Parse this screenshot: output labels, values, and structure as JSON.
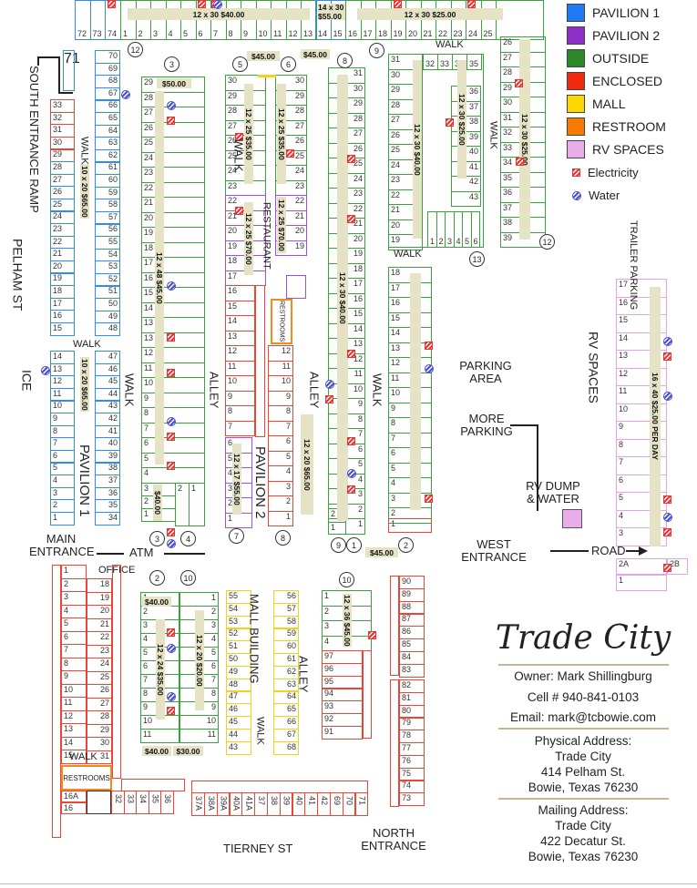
{
  "legend": {
    "items": [
      {
        "label": "PAVILION 1",
        "color": "#1e7bf5"
      },
      {
        "label": "PAVILION 2",
        "color": "#8e2fc9"
      },
      {
        "label": "OUTSIDE",
        "color": "#2a8a2a"
      },
      {
        "label": "ENCLOSED",
        "color": "#f22a10"
      },
      {
        "label": "MALL",
        "color": "#ffd700"
      },
      {
        "label": "RESTROOM",
        "color": "#f57c00"
      },
      {
        "label": "RV SPACES",
        "color": "#e9aee9"
      }
    ],
    "electricity": "Electricity",
    "water": "Water"
  },
  "labels": {
    "south_entrance_ramp": "SOUTH ENTRANCE RAMP",
    "pelham_st": "PELHAM ST",
    "ice": "ICE",
    "walk": "WALK",
    "alley": "ALLEY",
    "pavilion1": "PAVILION 1",
    "pavilion2": "PAVILION 2",
    "restaurant": "RESTAURANT",
    "restrooms": "RESTROOMS",
    "main_entrance": "MAIN ENTRANCE",
    "atm": "ATM",
    "office": "OFFICE",
    "mall_building": "MALL BUILDING",
    "tierney_st": "TIERNEY ST",
    "north_entrance": "NORTH ENTRANCE",
    "west_entrance": "WEST ENTRANCE",
    "parking_area": "PARKING AREA",
    "more_parking": "MORE PARKING",
    "rv_dump": "RV DUMP & WATER",
    "road": "ROAD",
    "rv_spaces": "RV SPACES",
    "trailer_parking": "TRAILER PARKING"
  },
  "prices": {
    "top_outside": "12 x 30  $40.00",
    "top_14_15": "14 x 30 $55.00",
    "top_16_25": "12 x 30  $25.00",
    "pav1": "10 x 20  $65.00",
    "row3_top": "$50.00",
    "row3": "12 x 48  $45.00",
    "row3_bottom": "$40.00",
    "row5_green": "12 x 25  $35.00",
    "row5_purple": "12 x 25  $70.00",
    "row5_small": "12 x 17  $55.00",
    "row6_green": "12 x 25  $35.00",
    "row6_purple": "12 x 25  $70.00",
    "row6_enclosed": "12 x 20  $65.00",
    "row78_top": "$45.00",
    "row78": "12 x 30  $40.00",
    "row78_bottom": "$45.00",
    "row56_top": "$45.00",
    "row9": "12 x 30  $40.00",
    "row9_inner": "12 x 30  $40.00",
    "row9_right": "12 x 30  $25.00",
    "row12": "12 x 30  $25.00",
    "row1": "12 x 24  $35.00",
    "row2": "12 x 20  $20.00",
    "row12_top": "$40.00",
    "row1_bottom": "$40.00",
    "row2_bottom": "$30.00",
    "row10": "12 x 36  $45.00",
    "rv": "16 x 40  $25.00 PER DAY"
  },
  "circles": [
    "12",
    "3",
    "5",
    "6",
    "8",
    "9",
    "13",
    "12",
    "3",
    "4",
    "5",
    "6",
    "7",
    "8",
    "9",
    "1",
    "2",
    "10"
  ],
  "stalls": {
    "top_left_blue": [
      "72",
      "73",
      "74"
    ],
    "top_green": [
      "1",
      "2",
      "3",
      "4",
      "5",
      "6",
      "7",
      "8",
      "9",
      "10",
      "11",
      "12",
      "13"
    ],
    "top_blue_mid": [
      "14",
      "15"
    ],
    "top_green_right": [
      "16",
      "17",
      "18",
      "19",
      "20",
      "21",
      "22",
      "23",
      "24",
      "25"
    ],
    "pav1_left_upper": [
      "71"
    ],
    "pav1_left_red": [
      "33",
      "32",
      "31",
      "30",
      "29"
    ],
    "pav1_left": [
      "28",
      "27",
      "26",
      "25",
      "24",
      "23",
      "22",
      "21",
      "20",
      "19",
      "18",
      "17",
      "16",
      "15"
    ],
    "pav1_right": [
      "70",
      "69",
      "68",
      "67",
      "66",
      "65",
      "64",
      "63",
      "62",
      "61",
      "60",
      "59",
      "58",
      "57",
      "56",
      "55",
      "54",
      "53",
      "52",
      "51",
      "50",
      "49",
      "48"
    ],
    "pav1_left_lower": [
      "14",
      "13",
      "12",
      "11",
      "10",
      "9",
      "8",
      "7",
      "6",
      "5",
      "4",
      "3",
      "2",
      "1"
    ],
    "pav1_right_lower": [
      "47",
      "46",
      "45",
      "44",
      "43",
      "42",
      "41",
      "40",
      "39",
      "38",
      "37",
      "36",
      "35",
      "34"
    ],
    "row3": [
      "29",
      "28",
      "27",
      "26",
      "25",
      "24",
      "23",
      "22",
      "21",
      "20",
      "19",
      "18",
      "17",
      "16",
      "15",
      "14",
      "13",
      "13",
      "12",
      "11",
      "10",
      "9",
      "8",
      "7",
      "6",
      "5",
      "4"
    ],
    "row3_bottom": [
      "3",
      "2",
      "1"
    ],
    "row3_bottom_right": [
      "2",
      "1"
    ],
    "row5_green": [
      "30",
      "29",
      "28",
      "27",
      "26",
      "25",
      "24",
      "23"
    ],
    "row5_purple": [
      "22",
      "21",
      "20",
      "19",
      "18",
      "17"
    ],
    "row5_red": [
      "16",
      "15",
      "14",
      "13",
      "12",
      "11",
      "10",
      "9",
      "8",
      "7"
    ],
    "row5_small": [
      "6",
      "5",
      "4",
      "3",
      "2",
      "1"
    ],
    "row6_green": [
      "30",
      "29",
      "28",
      "27",
      "26",
      "25",
      "24",
      "23"
    ],
    "row6_purple": [
      "22",
      "21",
      "20",
      "19"
    ],
    "row6_lower": [
      "12",
      "11",
      "10",
      "9",
      "8",
      "7",
      "6",
      "5",
      "4",
      "3",
      "2",
      "1"
    ],
    "row8": [
      "31",
      "30",
      "29",
      "28",
      "27",
      "26",
      "25",
      "24",
      "23",
      "22",
      "21",
      "20",
      "19",
      "18",
      "17",
      "16",
      "15",
      "14",
      "13",
      "12",
      "11",
      "10",
      "9",
      "8",
      "7",
      "6",
      "5",
      "4",
      "3",
      "2",
      "1"
    ],
    "row7": [
      "2",
      "1"
    ],
    "row9_left": [
      "31",
      "30",
      "29",
      "28",
      "27",
      "26",
      "25",
      "24",
      "23",
      "22",
      "21",
      "20",
      "19"
    ],
    "row9_top": [
      "32",
      "33",
      "34",
      "35"
    ],
    "row9_inner": [
      "36",
      "37",
      "38",
      "39",
      "40",
      "41",
      "42",
      "43"
    ],
    "row9_bottom": [
      "1",
      "2",
      "3",
      "4",
      "5",
      "6"
    ],
    "row12": [
      "26",
      "27",
      "28",
      "29",
      "30",
      "31",
      "32",
      "33",
      "34",
      "35",
      "36",
      "37",
      "38",
      "39"
    ],
    "row9b": [
      "18",
      "17",
      "16",
      "15",
      "14",
      "13",
      "12",
      "11",
      "10",
      "9",
      "8",
      "7",
      "6",
      "5",
      "4",
      "3",
      "2"
    ],
    "row9b_red": [
      "1"
    ],
    "rv": [
      "17",
      "16",
      "15",
      "14",
      "13",
      "12",
      "11",
      "10",
      "9",
      "8",
      "7",
      "6",
      "5",
      "4",
      "3"
    ],
    "rv_bottom": [
      "2A",
      "1"
    ],
    "rv_2b": "2B",
    "enclosed_left": [
      "1",
      "2",
      "3",
      "4",
      "5",
      "6",
      "7",
      "8",
      "9",
      "10",
      "11",
      "12",
      "13",
      "14",
      "15"
    ],
    "enclosed_right": [
      "18",
      "19",
      "20",
      "21",
      "22",
      "23",
      "24",
      "25",
      "26",
      "27",
      "28",
      "29",
      "30",
      "31"
    ],
    "enclosed_16": [
      "16A",
      "16"
    ],
    "enclosed_bottom": [
      "32",
      "33",
      "34",
      "35",
      "36"
    ],
    "row1": [
      "1",
      "2",
      "3",
      "4",
      "5",
      "6",
      "7",
      "8",
      "9",
      "10",
      "11"
    ],
    "row2": [
      "1",
      "2",
      "3",
      "4",
      "5",
      "6",
      "7",
      "8",
      "9",
      "10",
      "11"
    ],
    "mall_left": [
      "55",
      "54",
      "53",
      "52",
      "51",
      "50",
      "49",
      "48",
      "47",
      "46",
      "45",
      "44",
      "43"
    ],
    "mall_right": [
      "56",
      "57",
      "58",
      "59",
      "60",
      "61",
      "62",
      "63",
      "64",
      "65",
      "66",
      "67",
      "68"
    ],
    "row10": [
      "1",
      "2",
      "3",
      "4"
    ],
    "row10_red": [
      "97",
      "96",
      "95",
      "94",
      "93",
      "92",
      "91"
    ],
    "east_upper": [
      "90",
      "89",
      "88",
      "87",
      "86",
      "85",
      "84",
      "83"
    ],
    "east_lower": [
      "82",
      "81",
      "80",
      "79",
      "78",
      "77",
      "76",
      "75",
      "74",
      "73"
    ],
    "bottom_row": [
      "37A",
      "38A",
      "39A",
      "40A",
      "41A",
      "37",
      "38",
      "39",
      "40",
      "41",
      "42",
      "69",
      "70",
      "71"
    ]
  },
  "info": {
    "title": "Trade City",
    "owner": "Owner: Mark Shillingburg",
    "cell": "Cell # 940-841-0103",
    "email": "Email: mark@tcbowie.com",
    "physical_heading": "Physical Address:",
    "physical_name": "Trade City",
    "physical_street": "414 Pelham St.",
    "physical_city": "Bowie, Texas 76230",
    "mailing_heading": "Mailing Address:",
    "mailing_name": "Trade City",
    "mailing_street": "422 Decatur St.",
    "mailing_city": "Bowie, Texas 76230"
  }
}
